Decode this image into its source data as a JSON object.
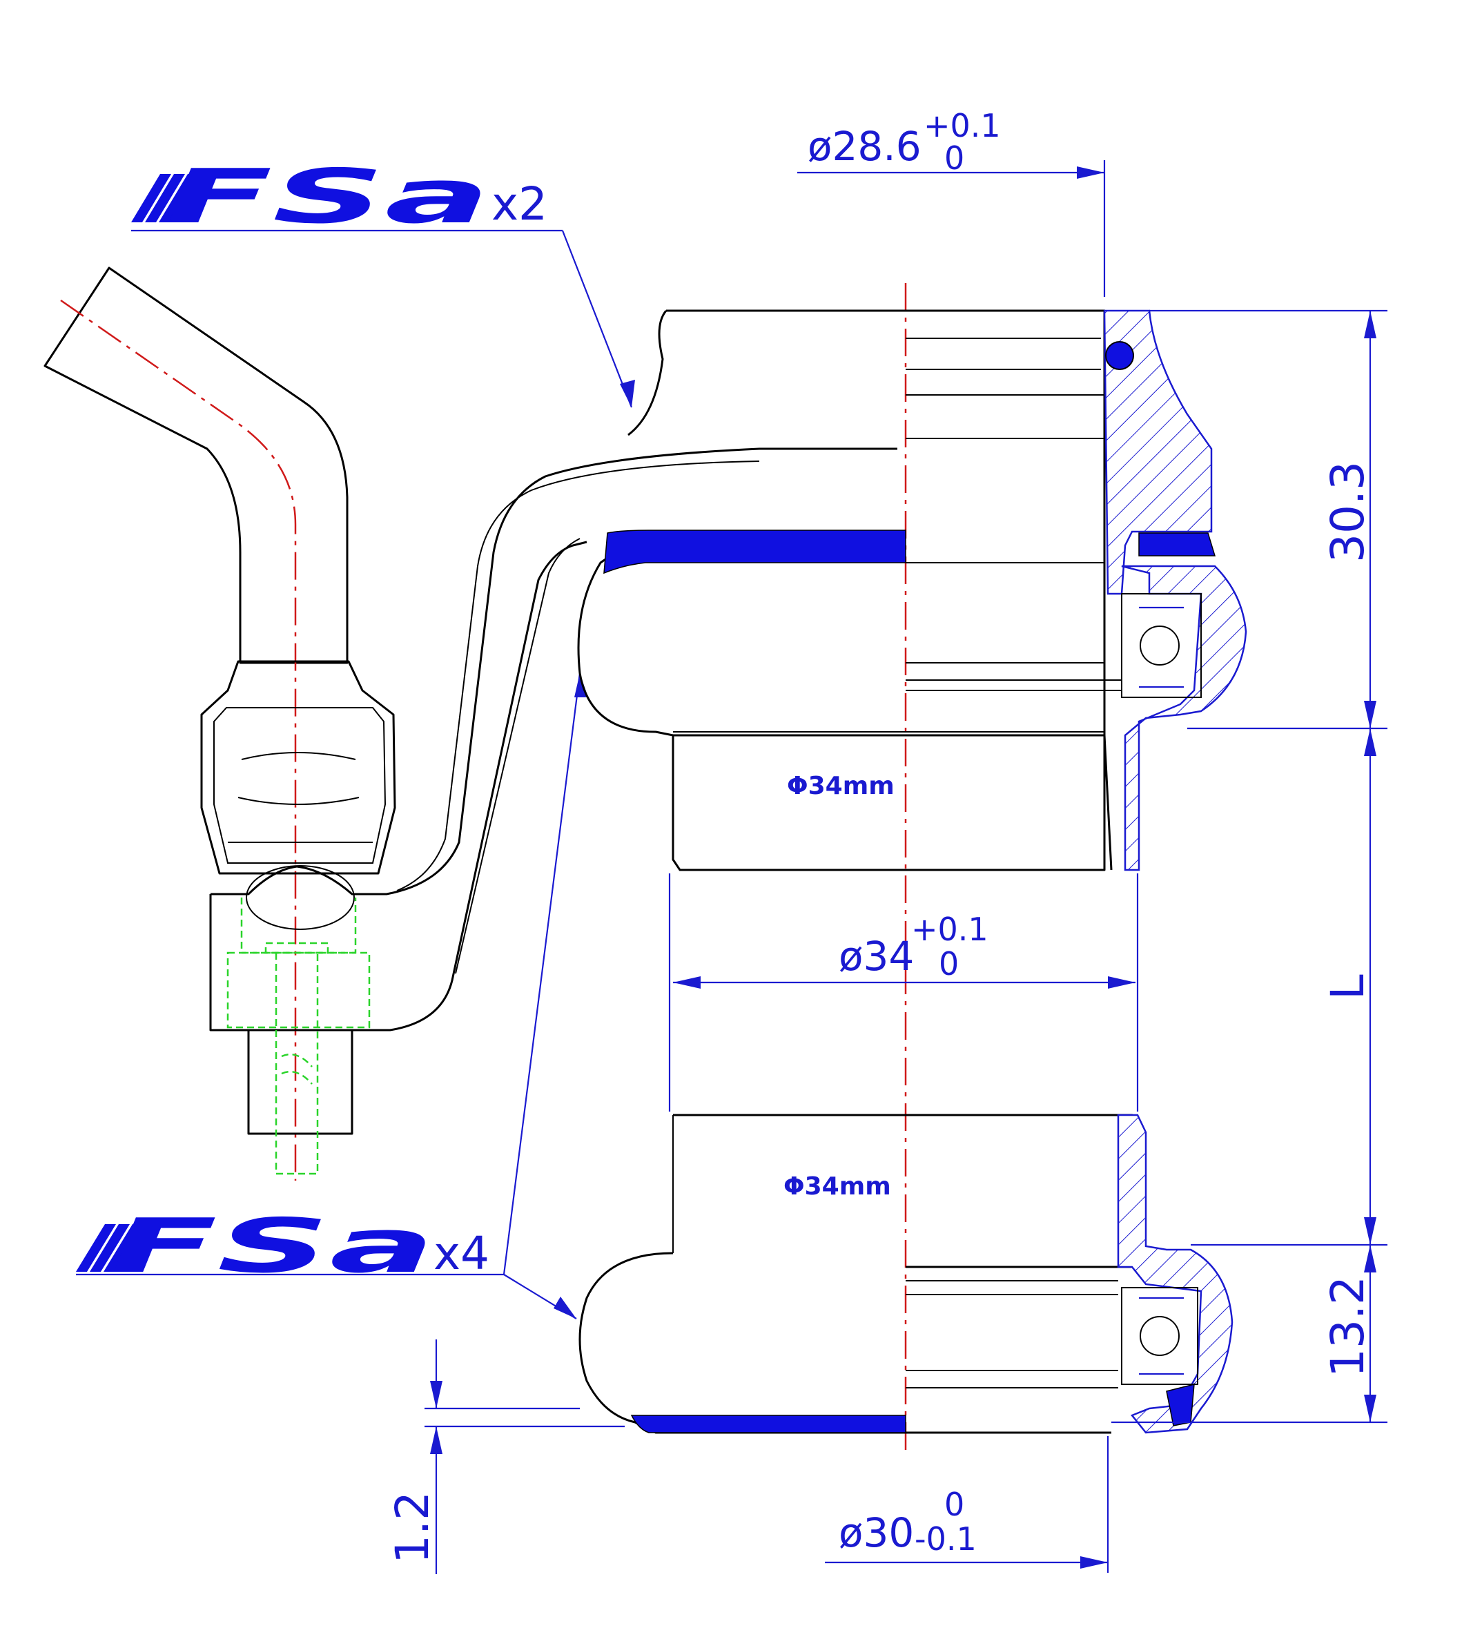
{
  "colors": {
    "dimension": "#1a1ad0",
    "centerline": "#d01a1a",
    "hidden_lines": "#2ad42a",
    "seal_bands": "#1010e0",
    "outline": "#000000"
  },
  "logos": {
    "top": {
      "brand": "FSa",
      "quantity": "x2"
    },
    "bottom": {
      "brand": "FSa",
      "quantity": "x4"
    }
  },
  "dimensions": {
    "top_bore": {
      "prefix": "ø28.6",
      "tol_upper": "+0.1",
      "tol_lower": "0"
    },
    "cup_od": {
      "prefix": "ø34",
      "tol_upper": "+0.1",
      "tol_lower": "0"
    },
    "crown_race": {
      "prefix": "ø30",
      "tol_upper": "0",
      "tol_lower": "-0.1"
    },
    "upper_stack": "30.3",
    "head_tube_length": "L",
    "lower_stack": "13.2",
    "race_offset": "1.2"
  },
  "labels": {
    "upper_cup_diameter": "Φ34mm",
    "lower_cup_diameter": "Φ34mm"
  }
}
